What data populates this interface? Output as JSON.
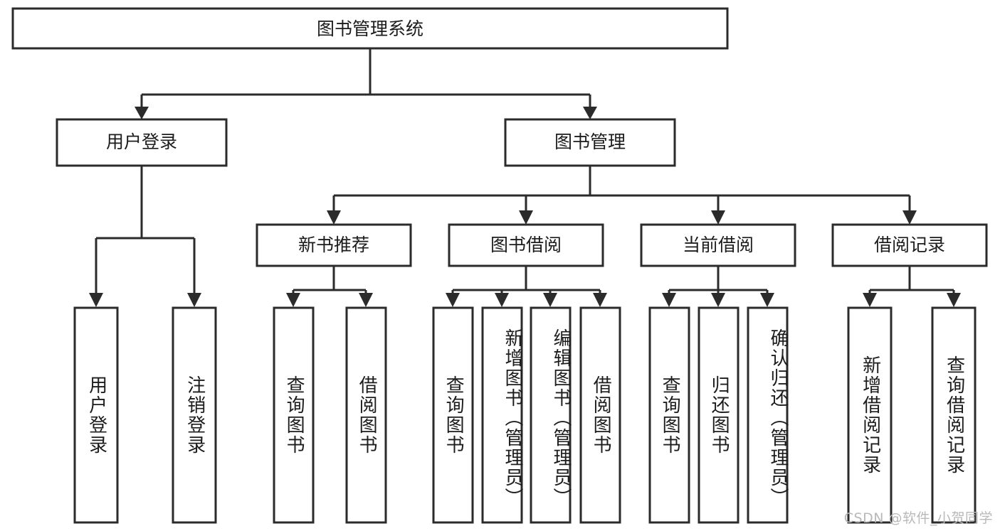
{
  "diagram": {
    "title": "图书管理系统",
    "type": "tree-hierarchy-diagram",
    "colors": {
      "box_stroke": "#2b2b2b",
      "box_fill": "#ffffff",
      "text": "#1c1c1c",
      "connector": "#2b2b2b",
      "watermark": "#b9b9b9",
      "background": "#ffffff"
    },
    "root": {
      "label": "图书管理系统"
    },
    "level2": [
      {
        "label": "用户登录"
      },
      {
        "label": "图书管理"
      }
    ],
    "level3": [
      {
        "label": "新书推荐"
      },
      {
        "label": "图书借阅"
      },
      {
        "label": "当前借阅"
      },
      {
        "label": "借阅记录"
      }
    ],
    "leaves": {
      "user_login": [
        {
          "label": "用户登录"
        },
        {
          "label": "注销登录"
        }
      ],
      "new_book_recommend": [
        {
          "label": "查询图书"
        },
        {
          "label": "借阅图书"
        }
      ],
      "book_borrow": [
        {
          "label": "查询图书"
        },
        {
          "label": "新增图书（管理员）"
        },
        {
          "label": "编辑图书（管理员）"
        },
        {
          "label": "借阅图书"
        }
      ],
      "current_borrow": [
        {
          "label": "查询图书"
        },
        {
          "label": "归还图书"
        },
        {
          "label": "确认归还（管理员）"
        }
      ],
      "borrow_records": [
        {
          "label": "新增借阅记录"
        },
        {
          "label": "查询借阅记录"
        }
      ]
    }
  },
  "watermark": {
    "text": "CSDN @软件_小贺同学"
  }
}
